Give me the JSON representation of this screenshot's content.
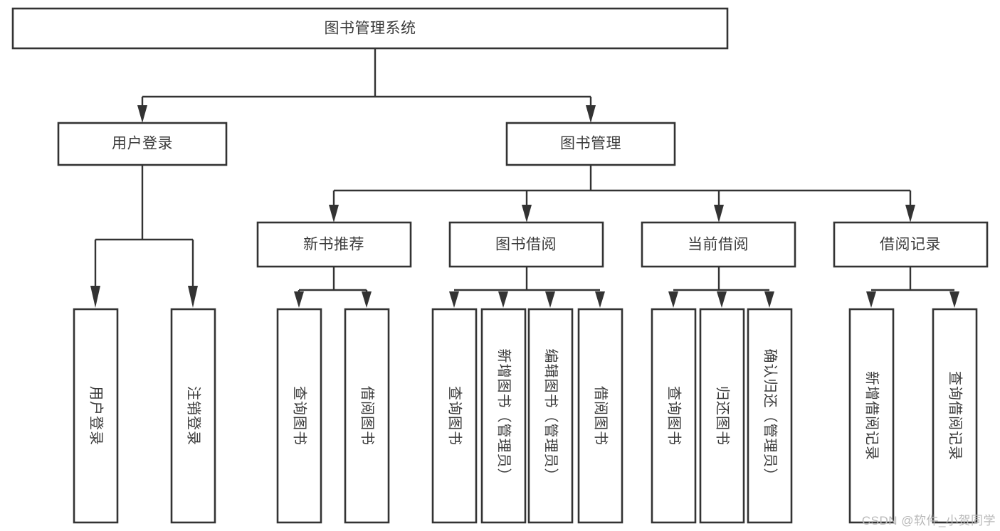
{
  "diagram": {
    "type": "tree",
    "title": "图书管理系统",
    "orientation": "top-down",
    "colors": {
      "box_fill": "#ffffff",
      "box_stroke": "#333333",
      "text": "#3a3a3a",
      "watermark": "#b9b9b9",
      "background": "#ffffff"
    },
    "nodes": {
      "root": {
        "label": "图书管理系统"
      },
      "level2": [
        {
          "label": "用户登录"
        },
        {
          "label": "图书管理"
        }
      ],
      "level3": [
        {
          "label": "新书推荐"
        },
        {
          "label": "图书借阅"
        },
        {
          "label": "当前借阅"
        },
        {
          "label": "借阅记录"
        }
      ],
      "leaves": {
        "user_login": [
          {
            "label": "用户登录"
          },
          {
            "label": "注销登录"
          }
        ],
        "new_book_recommend": [
          {
            "label": "查询图书"
          },
          {
            "label": "借阅图书"
          }
        ],
        "book_borrow": [
          {
            "label": "查询图书"
          },
          {
            "label": "新增图书（管理员）"
          },
          {
            "label": "编辑图书（管理员）"
          },
          {
            "label": "借阅图书"
          }
        ],
        "current_borrow": [
          {
            "label": "查询图书"
          },
          {
            "label": "归还图书"
          },
          {
            "label": "确认归还（管理员）"
          }
        ],
        "borrow_record": [
          {
            "label": "新增借阅记录"
          },
          {
            "label": "查询借阅记录"
          }
        ]
      }
    },
    "watermark": "CSDN @软件_小贺同学"
  }
}
